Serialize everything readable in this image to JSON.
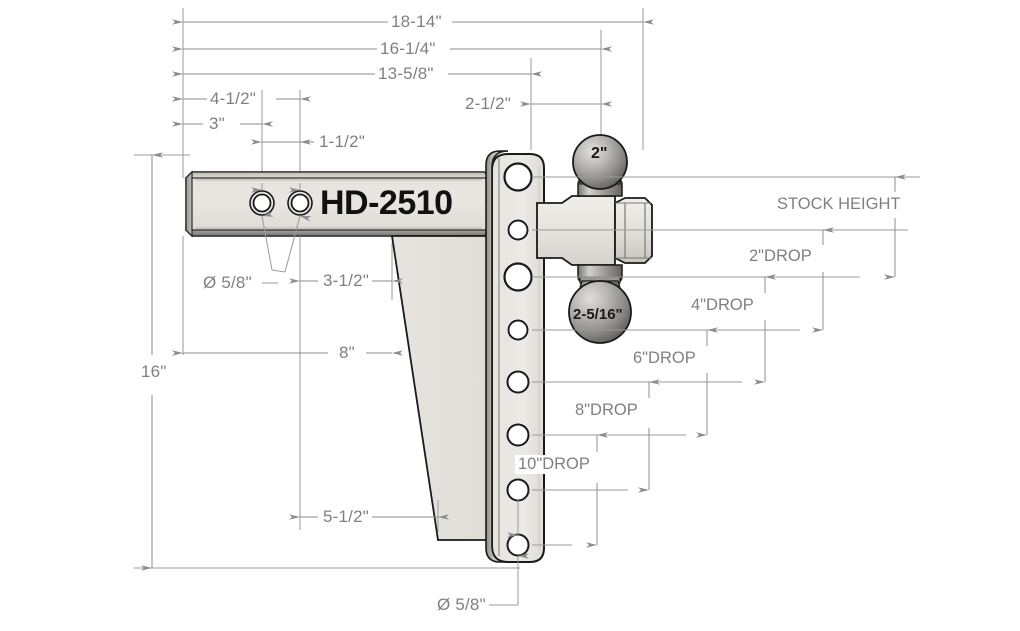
{
  "drawing": {
    "title": "HD-2510 Adjustable Drop Hitch Technical Drawing",
    "part_label": "HD-2510",
    "colors": {
      "metal_light": "#e8e5e0",
      "metal_mid": "#c9c6c0",
      "metal_dark": "#8d8a85",
      "ball_light": "#d8d6d3",
      "ball_dark": "#6e6c69",
      "dimension_line": "#8c8c8c",
      "outline": "#1a1a1a",
      "text_dim": "#808080",
      "background": "#ffffff"
    }
  },
  "horizontal_dimensions": [
    {
      "id": "dim-18-14",
      "label": "18-14\""
    },
    {
      "id": "dim-16-1-4",
      "label": "16-1/4\""
    },
    {
      "id": "dim-13-5-8",
      "label": "13-5/8\""
    },
    {
      "id": "dim-4-1-2",
      "label": "4-1/2\""
    },
    {
      "id": "dim-2-1-2",
      "label": "2-1/2\""
    },
    {
      "id": "dim-3",
      "label": "3\""
    },
    {
      "id": "dim-1-1-2",
      "label": "1-1/2\""
    },
    {
      "id": "dim-3-1-2",
      "label": "3-1/2\""
    },
    {
      "id": "dim-8",
      "label": "8\""
    },
    {
      "id": "dim-5-1-2",
      "label": "5-1/2\""
    }
  ],
  "vertical_dimensions": [
    {
      "id": "dim-16-height",
      "label": "16\""
    }
  ],
  "hole_callouts": [
    {
      "id": "hole-callout-top",
      "label": "Ø 5/8\""
    },
    {
      "id": "hole-callout-bottom",
      "label": "Ø 5/8\""
    }
  ],
  "drop_labels": [
    {
      "id": "stock-height",
      "label": "STOCK HEIGHT"
    },
    {
      "id": "drop-2",
      "label": "2\"DROP"
    },
    {
      "id": "drop-4",
      "label": "4\"DROP"
    },
    {
      "id": "drop-6",
      "label": "6\"DROP"
    },
    {
      "id": "drop-8",
      "label": "8\"DROP"
    },
    {
      "id": "drop-10",
      "label": "10\"DROP"
    }
  ],
  "ball_labels": [
    {
      "id": "ball-upper",
      "label": "2\"",
      "size": "2 inch"
    },
    {
      "id": "ball-lower",
      "label": "2-5/16\"",
      "size": "2-5/16 inch"
    }
  ]
}
